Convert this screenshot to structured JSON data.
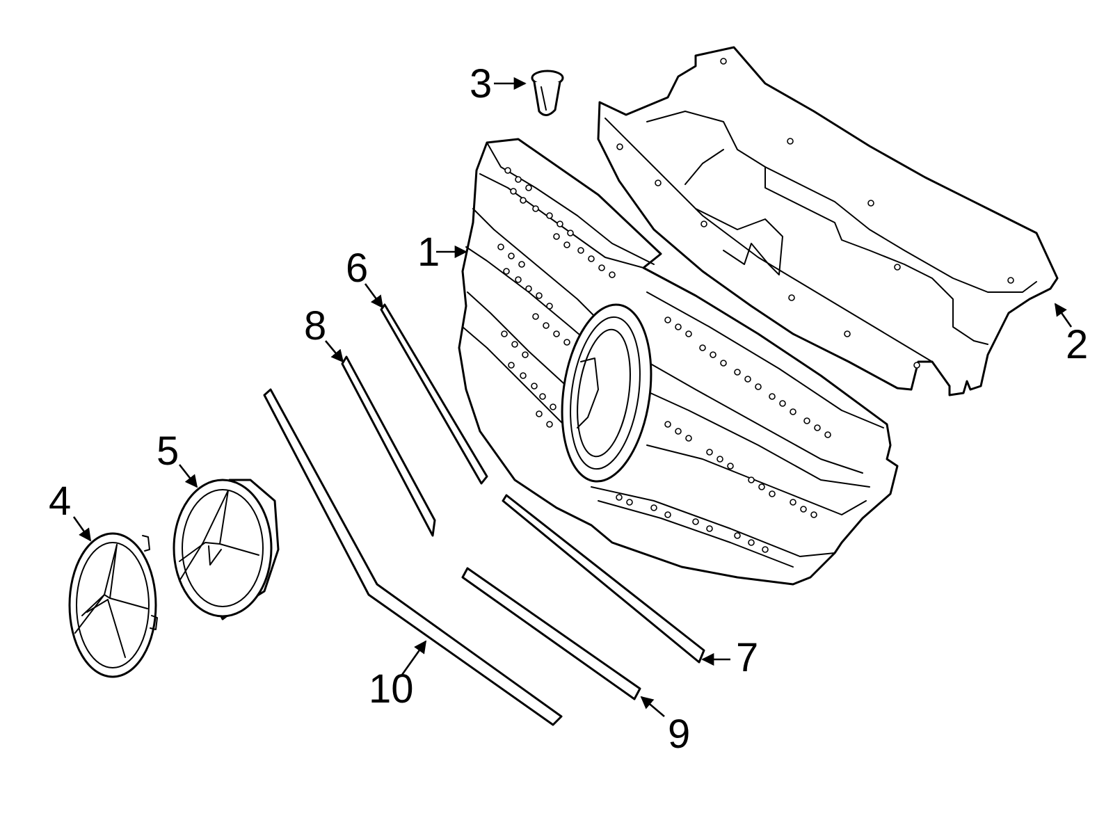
{
  "diagram": {
    "callouts": [
      "1",
      "2",
      "3",
      "4",
      "5",
      "6",
      "7",
      "8",
      "9",
      "10"
    ],
    "line_color": "#000000",
    "background_color": "#ffffff"
  }
}
